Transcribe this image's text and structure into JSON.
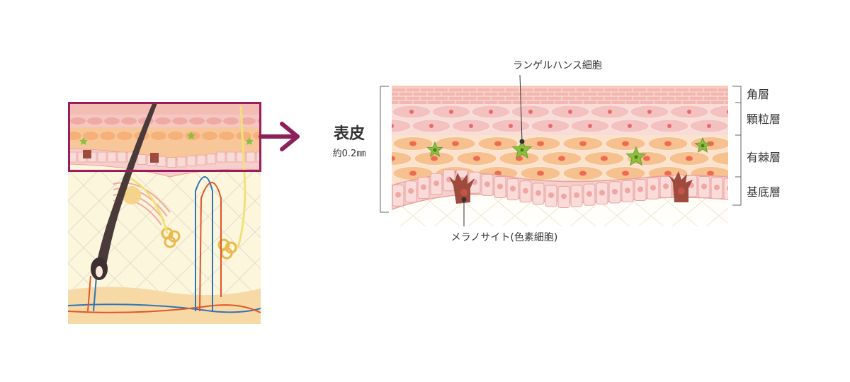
{
  "labels": {
    "epidermis_title": "表皮",
    "epidermis_thickness": "約0.2㎜",
    "langerhans": "ランゲルハンス細胞",
    "melanocyte": "メラノサイト(色素細胞)",
    "layers": [
      "角層",
      "顆粒層",
      "有棘層",
      "基底層"
    ]
  },
  "colors": {
    "highlight_frame": "#9b1d5c",
    "arrow": "#8e1f5b",
    "stratum_corneum": "#f2b7b0",
    "granular_cells": "#f3c1bf",
    "spinous_cells": "#f6c08f",
    "basal_cells": "#f5c6c3",
    "melanocyte": "#9e4b3e",
    "langerhans_cell": "#8cbf3f",
    "dermis": "#fcf6dd",
    "hair": "#4a3a3a",
    "artery": "#e1562b",
    "vein": "#2f74b5",
    "nerve": "#f3e07a"
  }
}
